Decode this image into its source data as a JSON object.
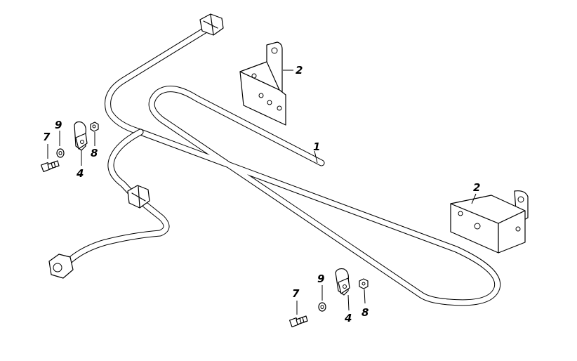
{
  "callouts": {
    "pipe": "1",
    "bracket_top": "2",
    "bracket_right": "2",
    "clamp_left": "4",
    "clamp_bottom": "4",
    "bolt_left": "7",
    "bolt_bottom": "7",
    "nut_left": "8",
    "nut_bottom": "8",
    "washer_left": "9",
    "washer_bottom": "9"
  }
}
